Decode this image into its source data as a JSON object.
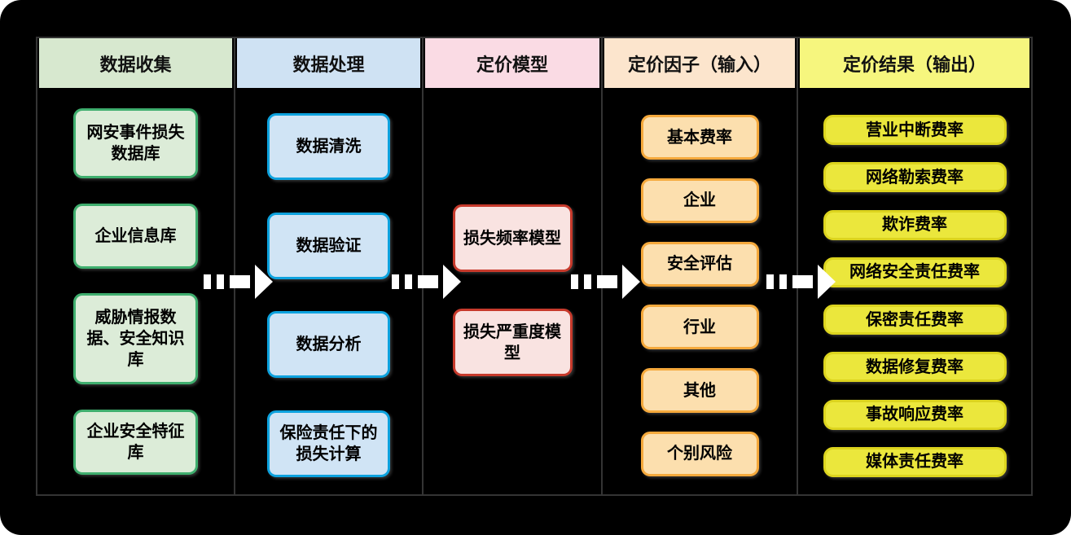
{
  "diagram": {
    "background": "#000000",
    "grid_line_color": "#343434",
    "arrow_color": "#ffffff",
    "columns": [
      {
        "header": "数据收集",
        "header_bg": "#d7e8cf",
        "box_bg": "#dcecd8",
        "box_border": "#3fae6e",
        "boxes": [
          "网安事件损失数据库",
          "企业信息库",
          "威胁情报数据、安全知识库",
          "企业安全特征库"
        ]
      },
      {
        "header": "数据处理",
        "header_bg": "#cfe2f3",
        "box_bg": "#d0e4f5",
        "box_border": "#0da2de",
        "boxes": [
          "数据清洗",
          "数据验证",
          "数据分析",
          "保险责任下的损失计算"
        ]
      },
      {
        "header": "定价模型",
        "header_bg": "#fadbe4",
        "box_bg": "#f9e3e1",
        "box_border": "#c73a2c",
        "boxes": [
          "损失频率模型",
          "损失严重度模型"
        ]
      },
      {
        "header": "定价因子（输入）",
        "header_bg": "#fce5cd",
        "box_bg": "#fcdfae",
        "box_border": "#f5a93c",
        "boxes": [
          "基本费率",
          "企业",
          "安全评估",
          "行业",
          "其他",
          "个别风险"
        ]
      },
      {
        "header": "定价结果（输出）",
        "header_bg": "#f6f67e",
        "box_bg": "#ebe73c",
        "box_border": "#dcd41e",
        "boxes": [
          "营业中断费率",
          "网络勒索费率",
          "欺诈费率",
          "网络安全责任费率",
          "保密责任费率",
          "数据修复费率",
          "事故响应费率",
          "媒体责任费率"
        ]
      }
    ]
  }
}
